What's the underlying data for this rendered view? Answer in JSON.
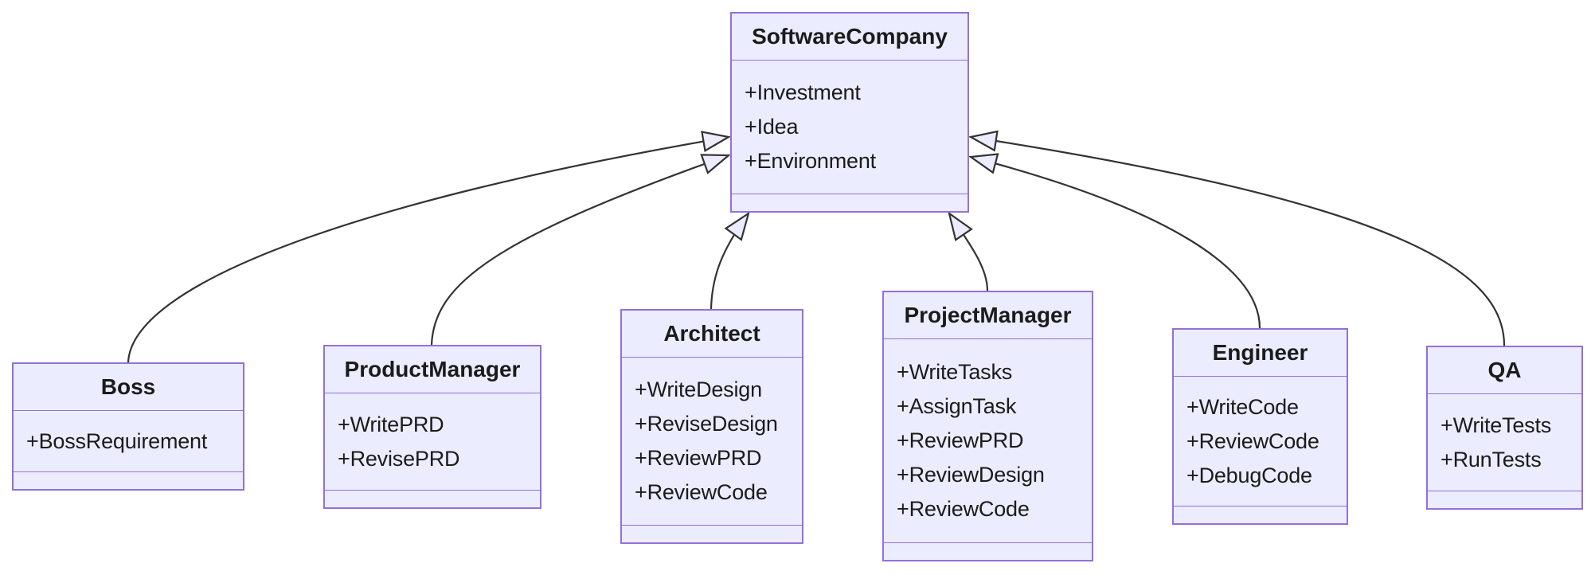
{
  "diagram": {
    "kind": "uml-class-diagram",
    "colors": {
      "node_fill": "#ECECFF",
      "node_border": "#9370DB",
      "edge_stroke": "#333333",
      "text": "#1b1b1b",
      "background": "#ffffff"
    },
    "classes": [
      {
        "id": "software-company",
        "name": "SoftwareCompany",
        "members": [
          "+Investment",
          "+Idea",
          "+Environment"
        ]
      },
      {
        "id": "boss",
        "name": "Boss",
        "members": [
          "+BossRequirement"
        ]
      },
      {
        "id": "product-manager",
        "name": "ProductManager",
        "members": [
          "+WritePRD",
          "+RevisePRD"
        ]
      },
      {
        "id": "architect",
        "name": "Architect",
        "members": [
          "+WriteDesign",
          "+ReviseDesign",
          "+ReviewPRD",
          "+ReviewCode"
        ]
      },
      {
        "id": "project-manager",
        "name": "ProjectManager",
        "members": [
          "+WriteTasks",
          "+AssignTask",
          "+ReviewPRD",
          "+ReviewDesign",
          "+ReviewCode"
        ]
      },
      {
        "id": "engineer",
        "name": "Engineer",
        "members": [
          "+WriteCode",
          "+ReviewCode",
          "+DebugCode"
        ]
      },
      {
        "id": "qa",
        "name": "QA",
        "members": [
          "+WriteTests",
          "+RunTests"
        ]
      }
    ],
    "relations": [
      {
        "from": "Boss",
        "to": "SoftwareCompany",
        "type": "inheritance"
      },
      {
        "from": "ProductManager",
        "to": "SoftwareCompany",
        "type": "inheritance"
      },
      {
        "from": "Architect",
        "to": "SoftwareCompany",
        "type": "inheritance"
      },
      {
        "from": "ProjectManager",
        "to": "SoftwareCompany",
        "type": "inheritance"
      },
      {
        "from": "Engineer",
        "to": "SoftwareCompany",
        "type": "inheritance"
      },
      {
        "from": "QA",
        "to": "SoftwareCompany",
        "type": "inheritance"
      }
    ]
  }
}
